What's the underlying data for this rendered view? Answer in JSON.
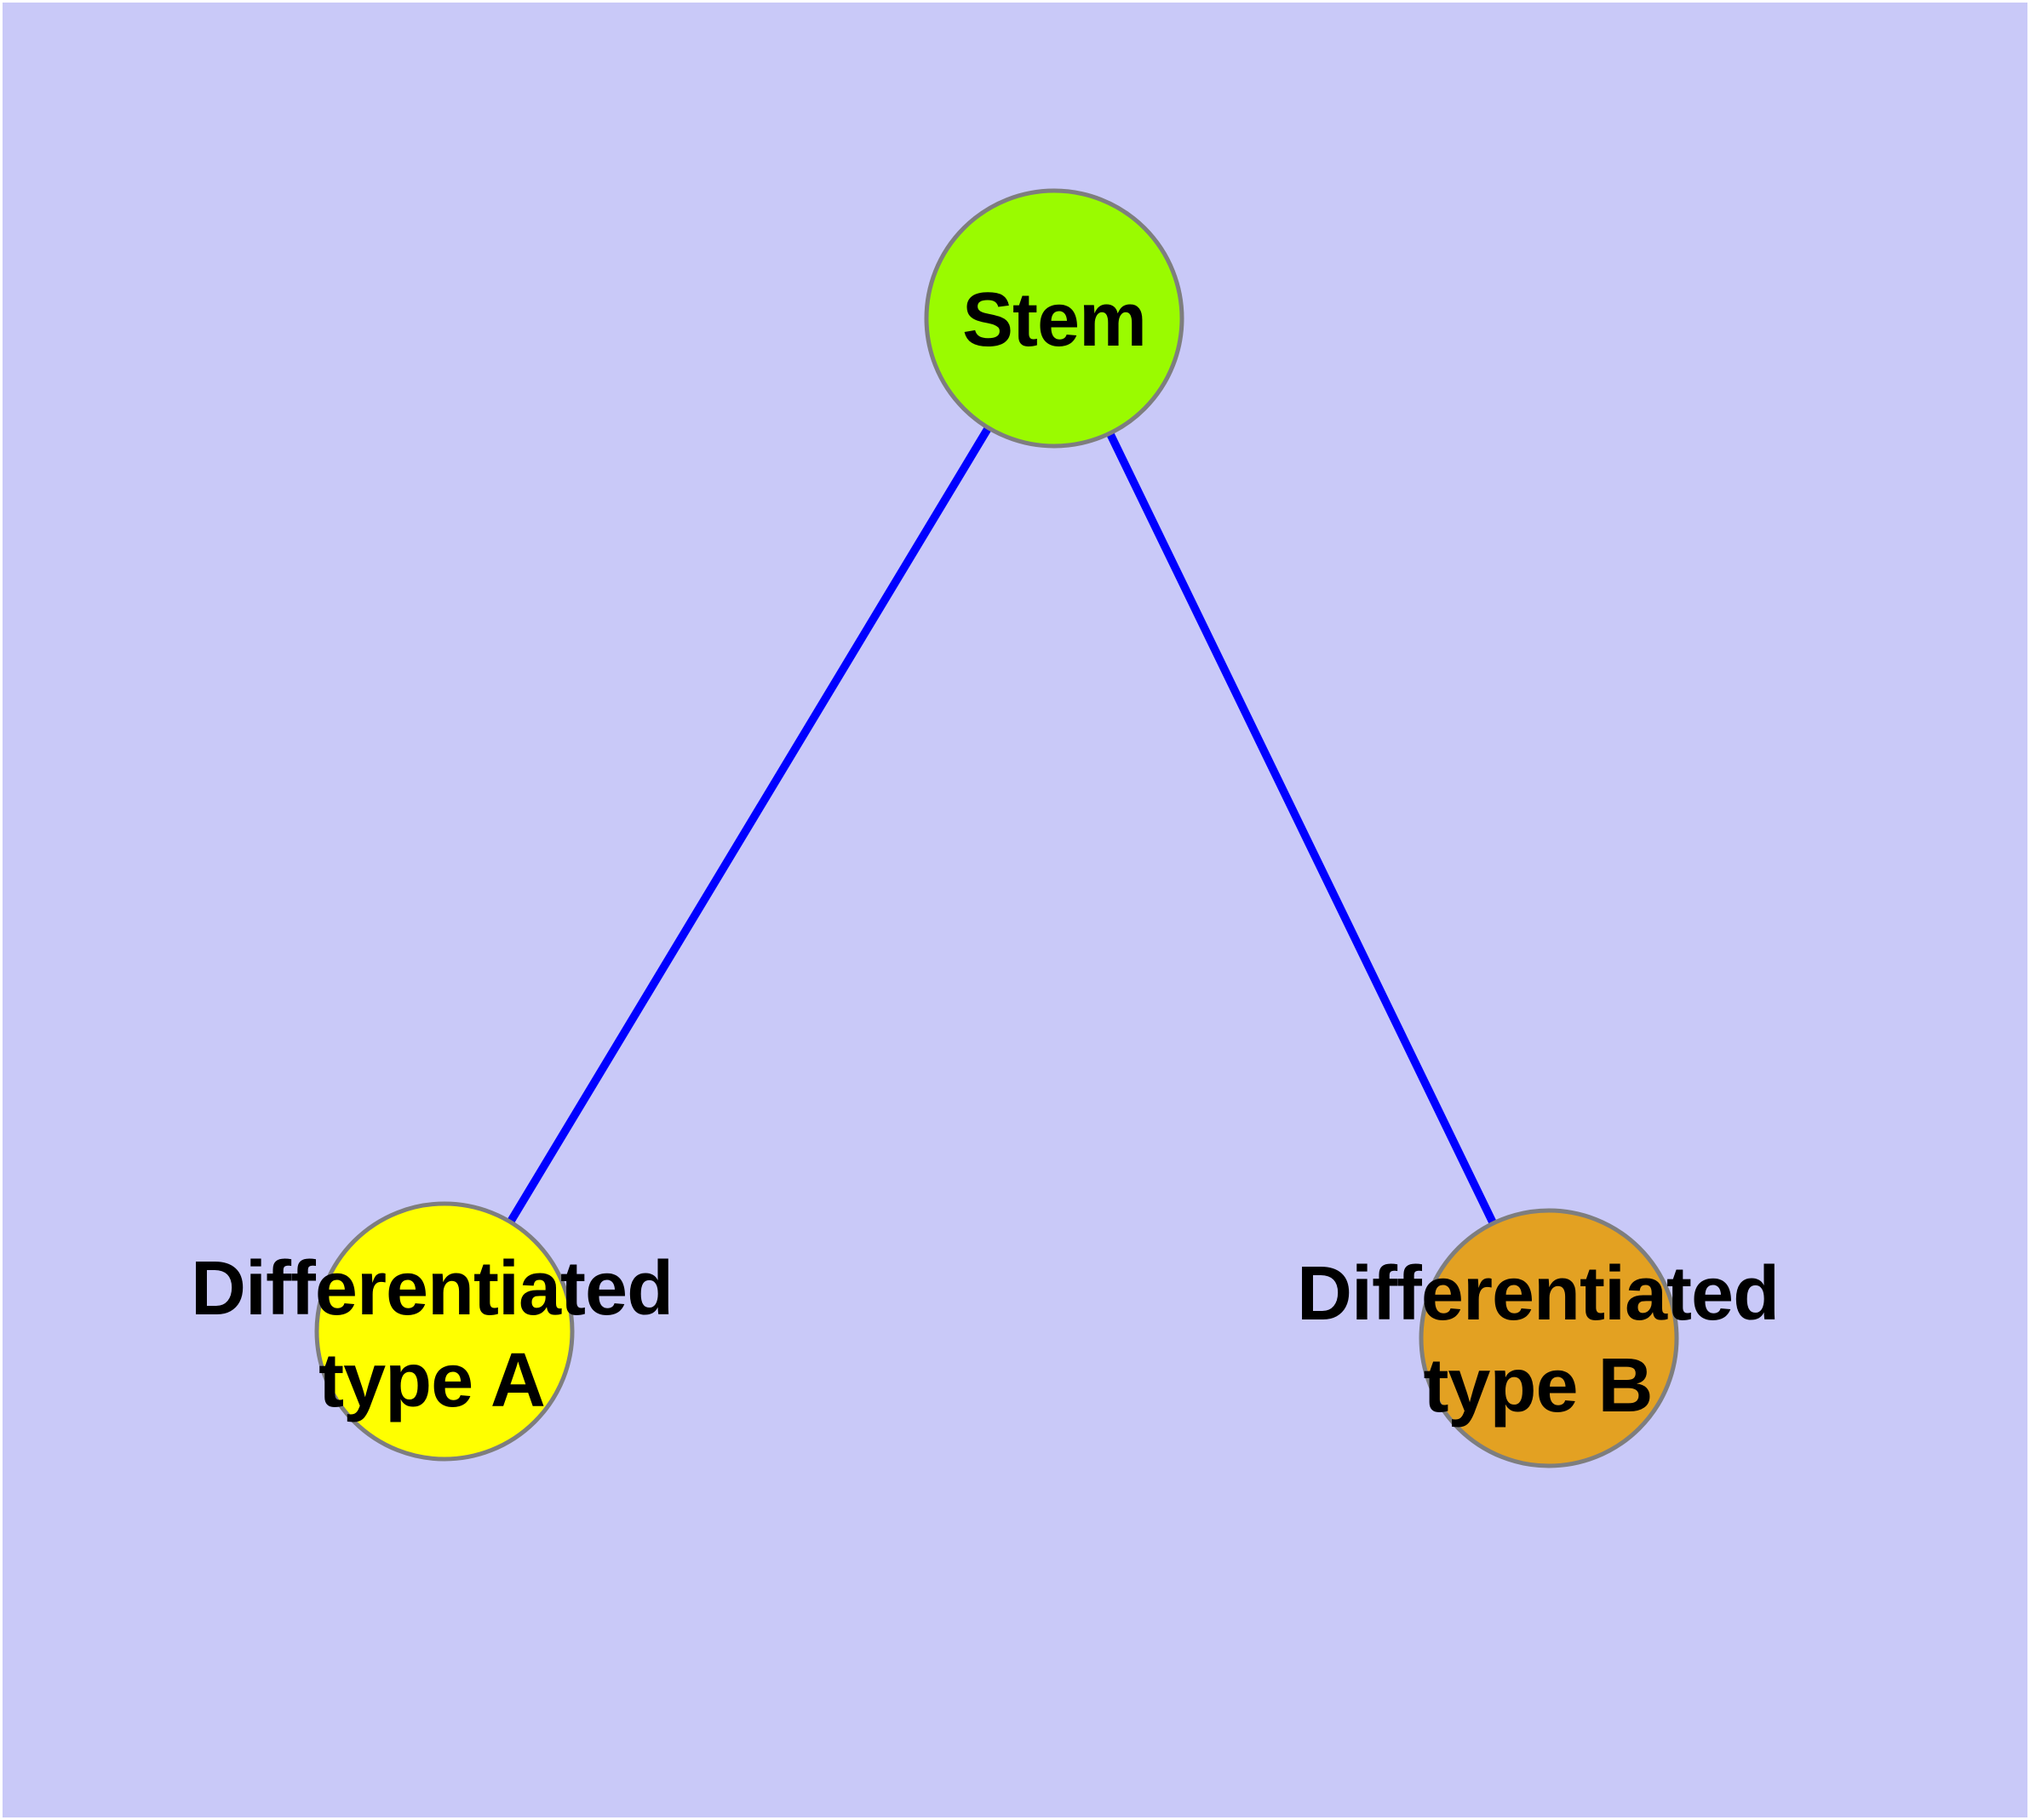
{
  "graph": {
    "background_color": "#C9C9F8",
    "edge_color": "#0000FF",
    "node_border_color": "#7E7E7E",
    "text_color": "#000000",
    "nodes": [
      {
        "id": "stem",
        "label": "Stem",
        "fill_color": "#9AFB00"
      },
      {
        "id": "differentiated-type-a",
        "label": "Differentiated\ntype A",
        "fill_color": "#FFFF00"
      },
      {
        "id": "differentiated-type-b",
        "label": "Differentiated\ntype B",
        "fill_color": "#E3A122"
      }
    ],
    "edges": [
      {
        "from": "stem",
        "to": "differentiated-type-a"
      },
      {
        "from": "stem",
        "to": "differentiated-type-b"
      }
    ]
  }
}
